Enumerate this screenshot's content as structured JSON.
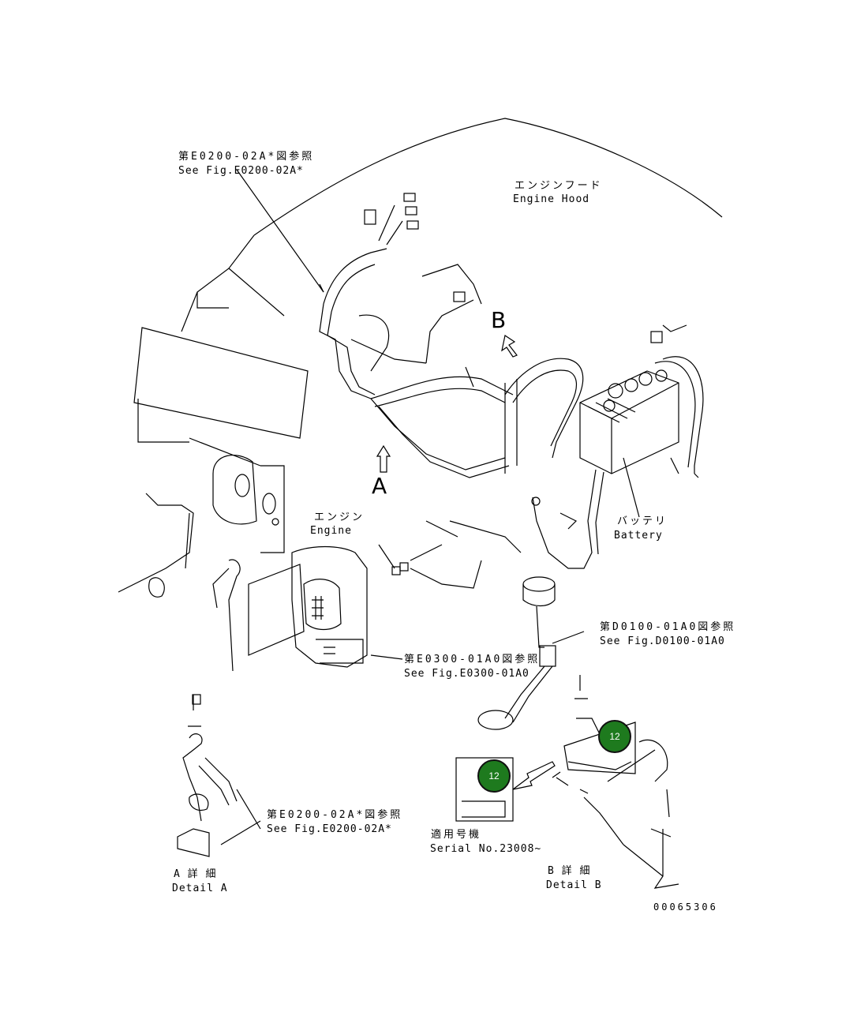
{
  "labels": {
    "fig_e0200_top_jp": "第E0200-02A*図参照",
    "fig_e0200_top_en": "See Fig.E0200-02A*",
    "hood_jp": "エンジンフード",
    "hood_en": "Engine Hood",
    "engine_jp": "エンジン",
    "engine_en": "Engine",
    "battery_jp": "バッテリ",
    "battery_en": "Battery",
    "fig_d0100_jp": "第D0100-01A0図参照",
    "fig_d0100_en": "See Fig.D0100-01A0",
    "fig_e0300_jp": "第E0300-01A0図参照",
    "fig_e0300_en": "See Fig.E0300-01A0",
    "fig_e0200_detail_jp": "第E0200-02A*図参照",
    "fig_e0200_detail_en": "See Fig.E0200-02A*",
    "serial_jp": "適用号機",
    "serial_en": "Serial No.23008~",
    "detail_a_jp": "A 詳 細",
    "detail_a_en": "Detail A",
    "detail_b_jp": "B 詳 細",
    "detail_b_en": "Detail B",
    "drawing_number": "00065306",
    "view_a": "A",
    "view_b": "B"
  },
  "callouts": [
    "12",
    "12"
  ],
  "colors": {
    "callout_fill": "#1e7a1e",
    "line": "#000000"
  }
}
